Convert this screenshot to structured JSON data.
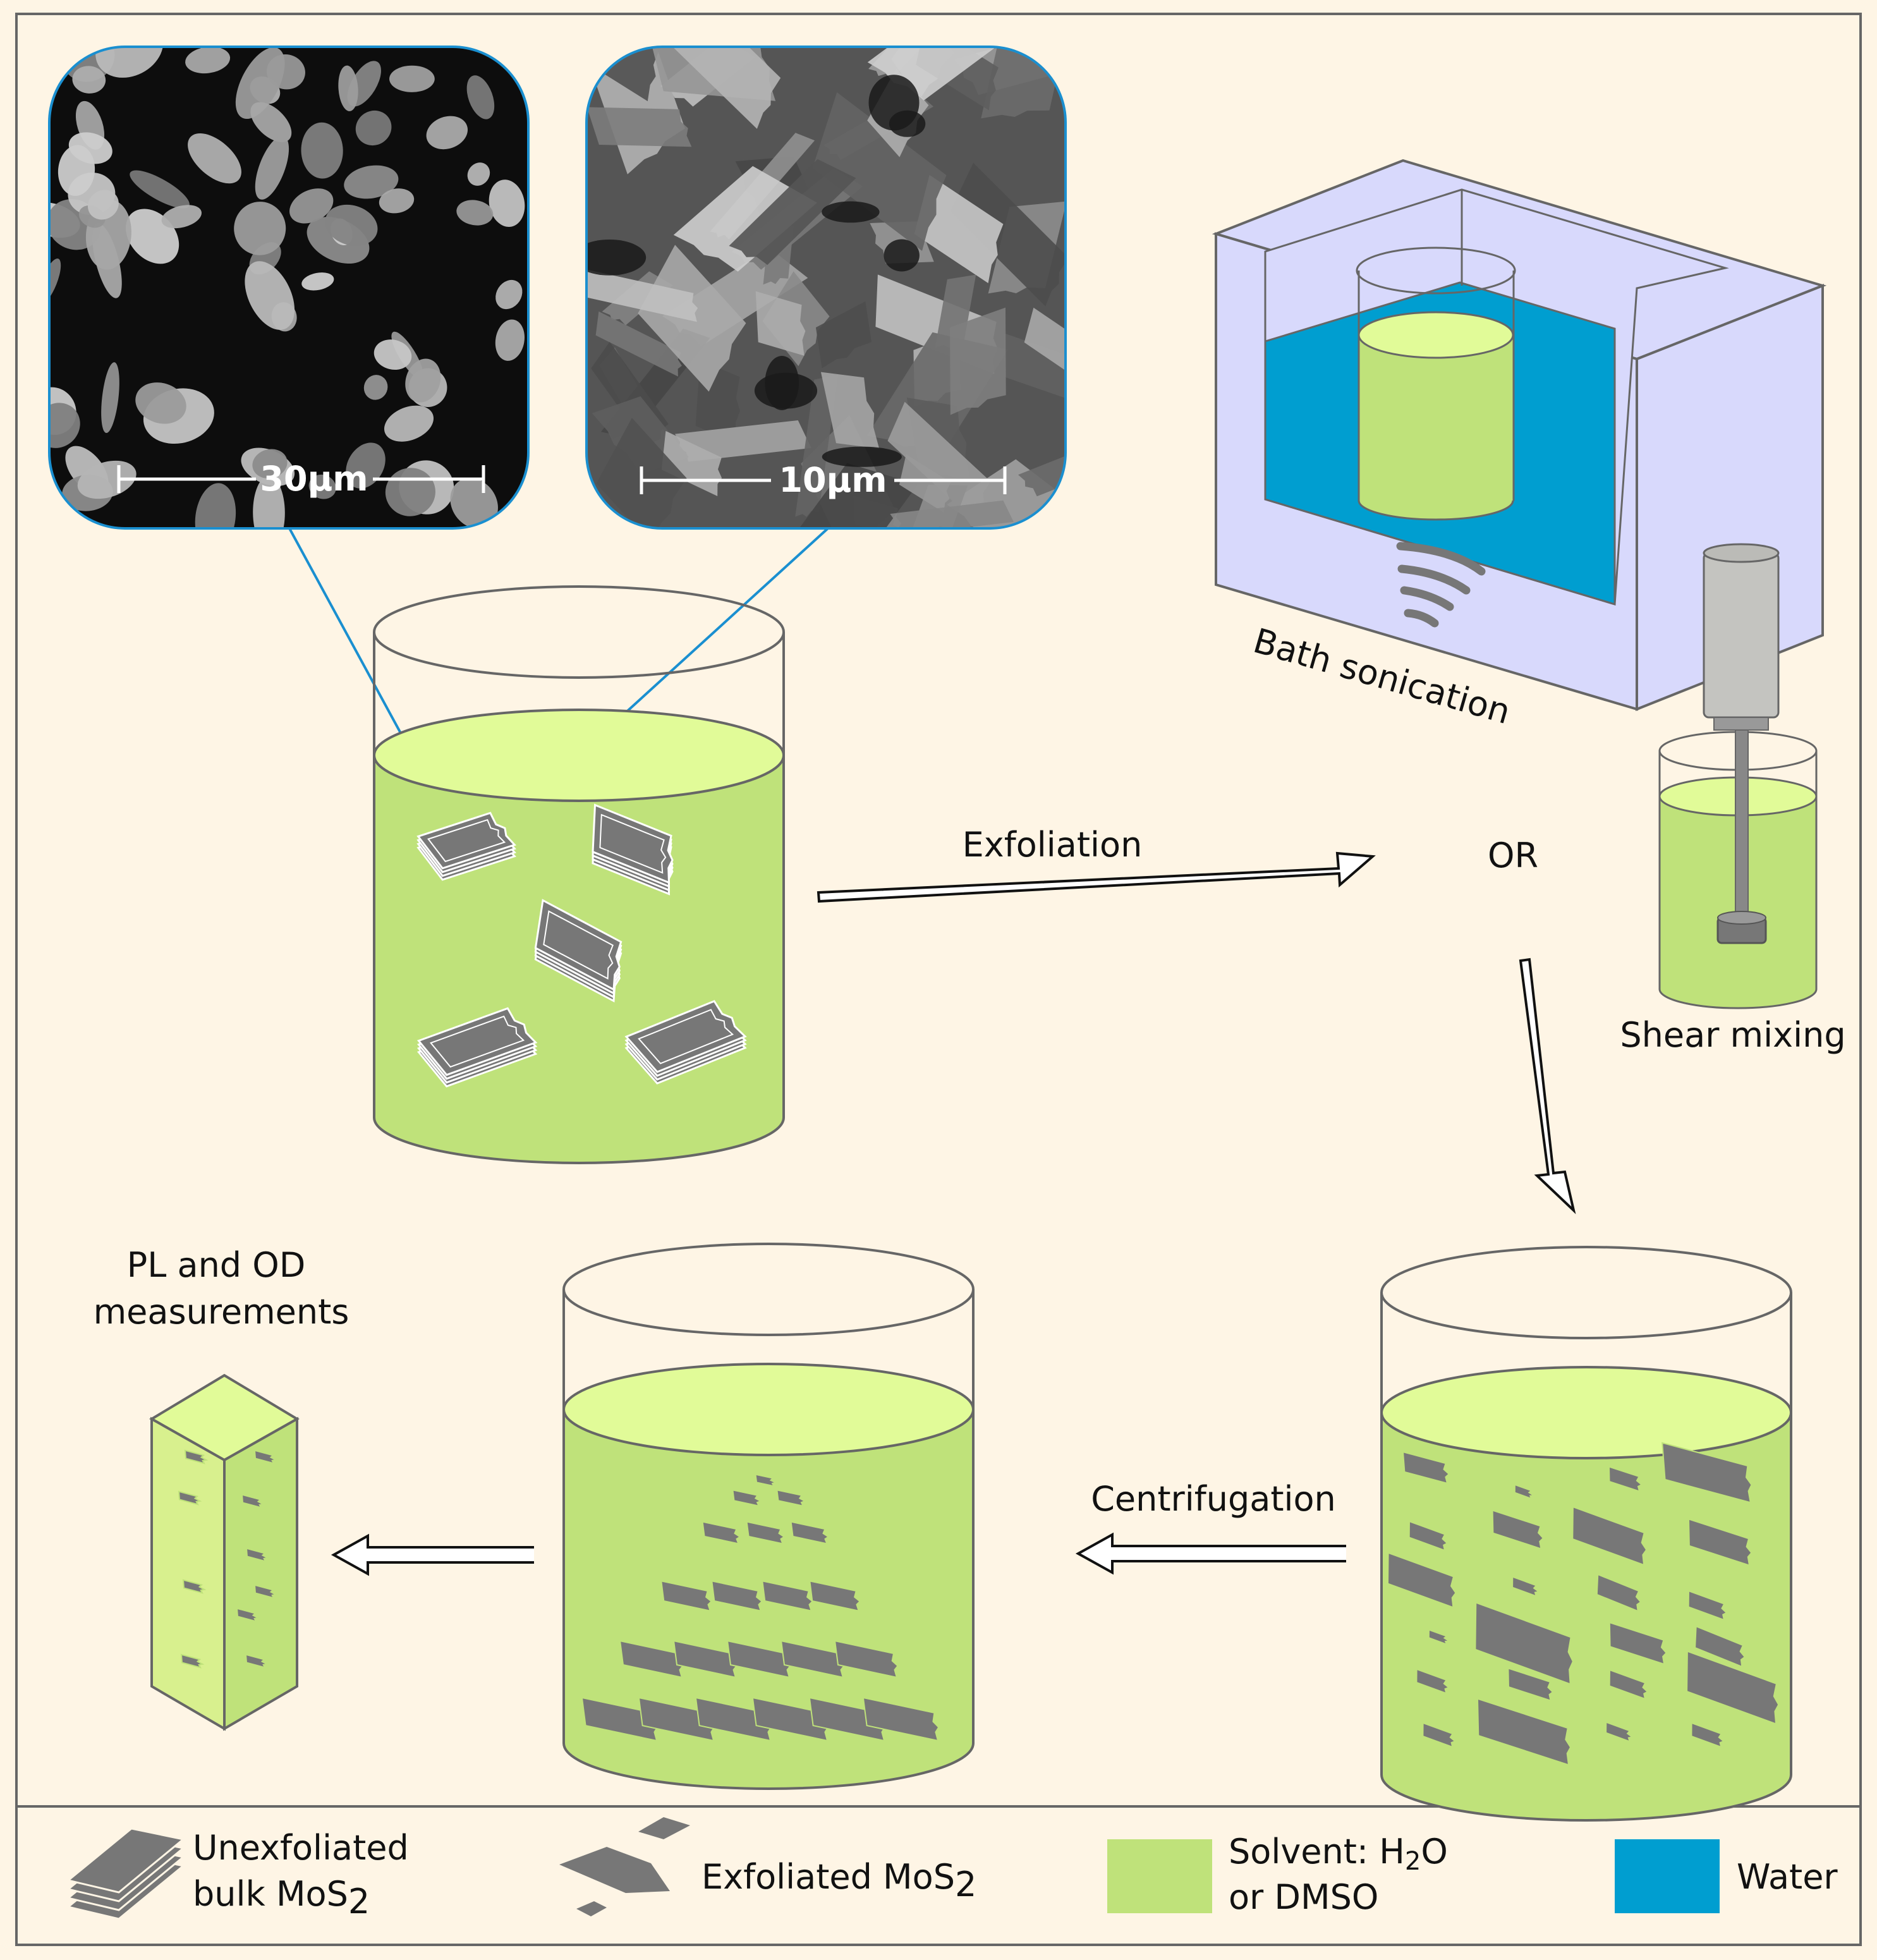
{
  "sem_images": {
    "left_scale": "30μm",
    "right_scale": "10μm"
  },
  "labels": {
    "bath_sonication": "Bath sonication",
    "exfoliation": "Exfoliation",
    "or": "OR",
    "shear_mixing": "Shear mixing",
    "centrifugation": "Centrifugation",
    "pl_od_line1": "PL and OD",
    "pl_od_line2": "measurements"
  },
  "legend": {
    "unexfoliated_line1": "Unexfoliated",
    "unexfoliated_line2_main": "bulk MoS",
    "unexfoliated_line2_sub": "2",
    "exfoliated_main": "Exfoliated MoS",
    "exfoliated_sub": "2",
    "solvent_line1_main": "Solvent: H",
    "solvent_line1_sub": "2",
    "solvent_line1_end": "O",
    "solvent_line2": "or DMSO",
    "water": "Water"
  },
  "colors": {
    "background": "#fef5e5",
    "frame": "#666666",
    "solvent": "#bfe27a",
    "solvent_top": "#e1fb98",
    "water": "#009ed0",
    "bath": "#d8d9fc",
    "flake": "#777777",
    "sem_border": "#1a8fd0",
    "cylinder_top": "#ffffff"
  }
}
